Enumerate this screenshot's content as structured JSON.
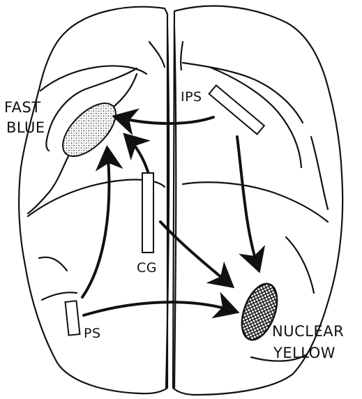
{
  "labels": {
    "fast": "FAST",
    "blue": "BLUE",
    "ips": "IPS",
    "cg": "CG",
    "ps": "PS",
    "nuclear": "NUCLEAR",
    "yellow": "YELLOW"
  },
  "colors": {
    "ink": "#111111",
    "paper": "#ffffff"
  }
}
